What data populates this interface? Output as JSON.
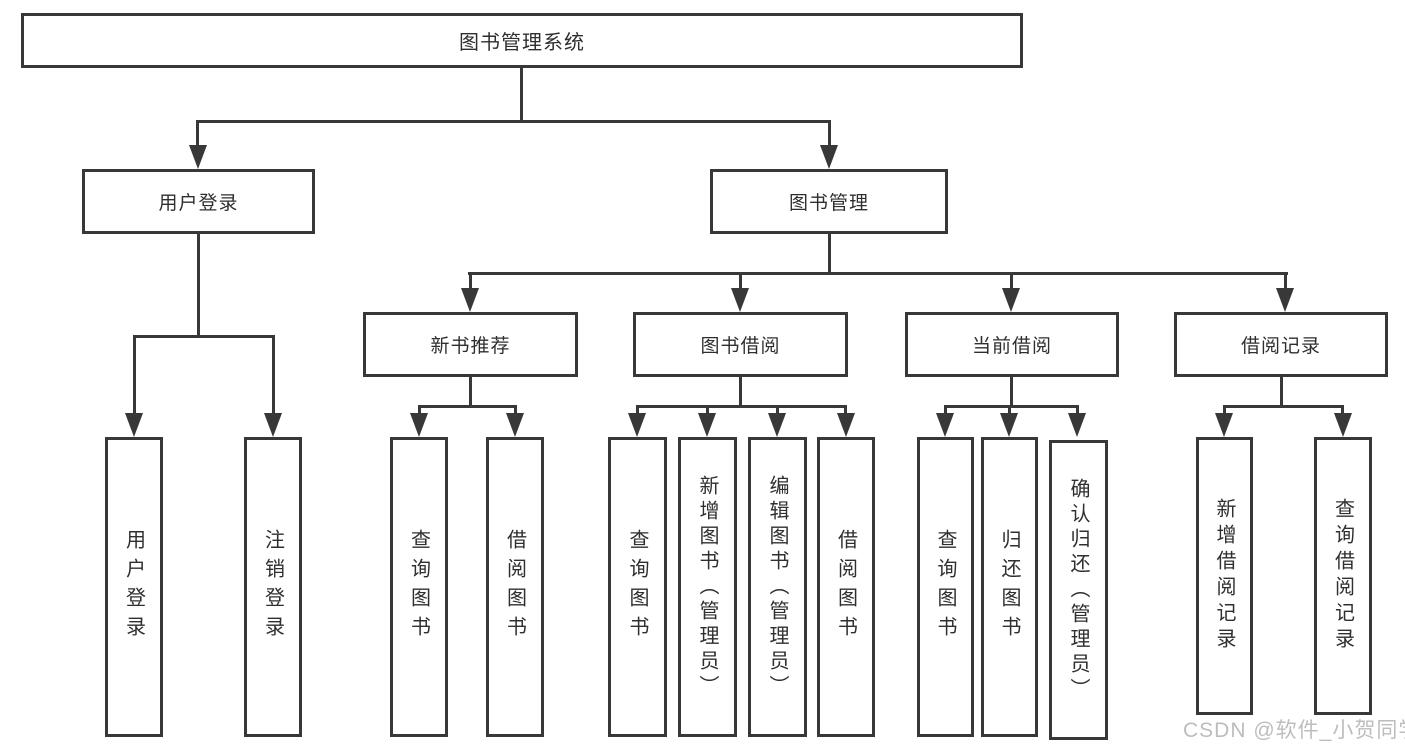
{
  "diagram": {
    "root": {
      "label": "图书管理系统"
    },
    "level2": [
      {
        "label": "用户登录"
      },
      {
        "label": "图书管理"
      }
    ],
    "level3": [
      {
        "label": "新书推荐"
      },
      {
        "label": "图书借阅"
      },
      {
        "label": "当前借阅"
      },
      {
        "label": "借阅记录"
      }
    ],
    "children": {
      "user_login": [
        {
          "label": "用户登录"
        },
        {
          "label": "注销登录"
        }
      ],
      "new_book_recommend": [
        {
          "label": "查询图书"
        },
        {
          "label": "借阅图书"
        }
      ],
      "book_borrow": [
        {
          "label": "查询图书"
        },
        {
          "label": "新增图书（管理员）"
        },
        {
          "label": "编辑图书（管理员）"
        },
        {
          "label": "借阅图书"
        }
      ],
      "current_borrow": [
        {
          "label": "查询图书"
        },
        {
          "label": "归还图书"
        },
        {
          "label": "确认归还（管理员）"
        }
      ],
      "borrow_record": [
        {
          "label": "新增借阅记录"
        },
        {
          "label": "查询借阅记录"
        }
      ]
    }
  },
  "watermark": {
    "text": "CSDN @软件_小贺同学"
  },
  "colors": {
    "line": "#383838",
    "text": "#2f2f2f",
    "watermark": "#bdbdbd",
    "background": "#ffffff"
  }
}
